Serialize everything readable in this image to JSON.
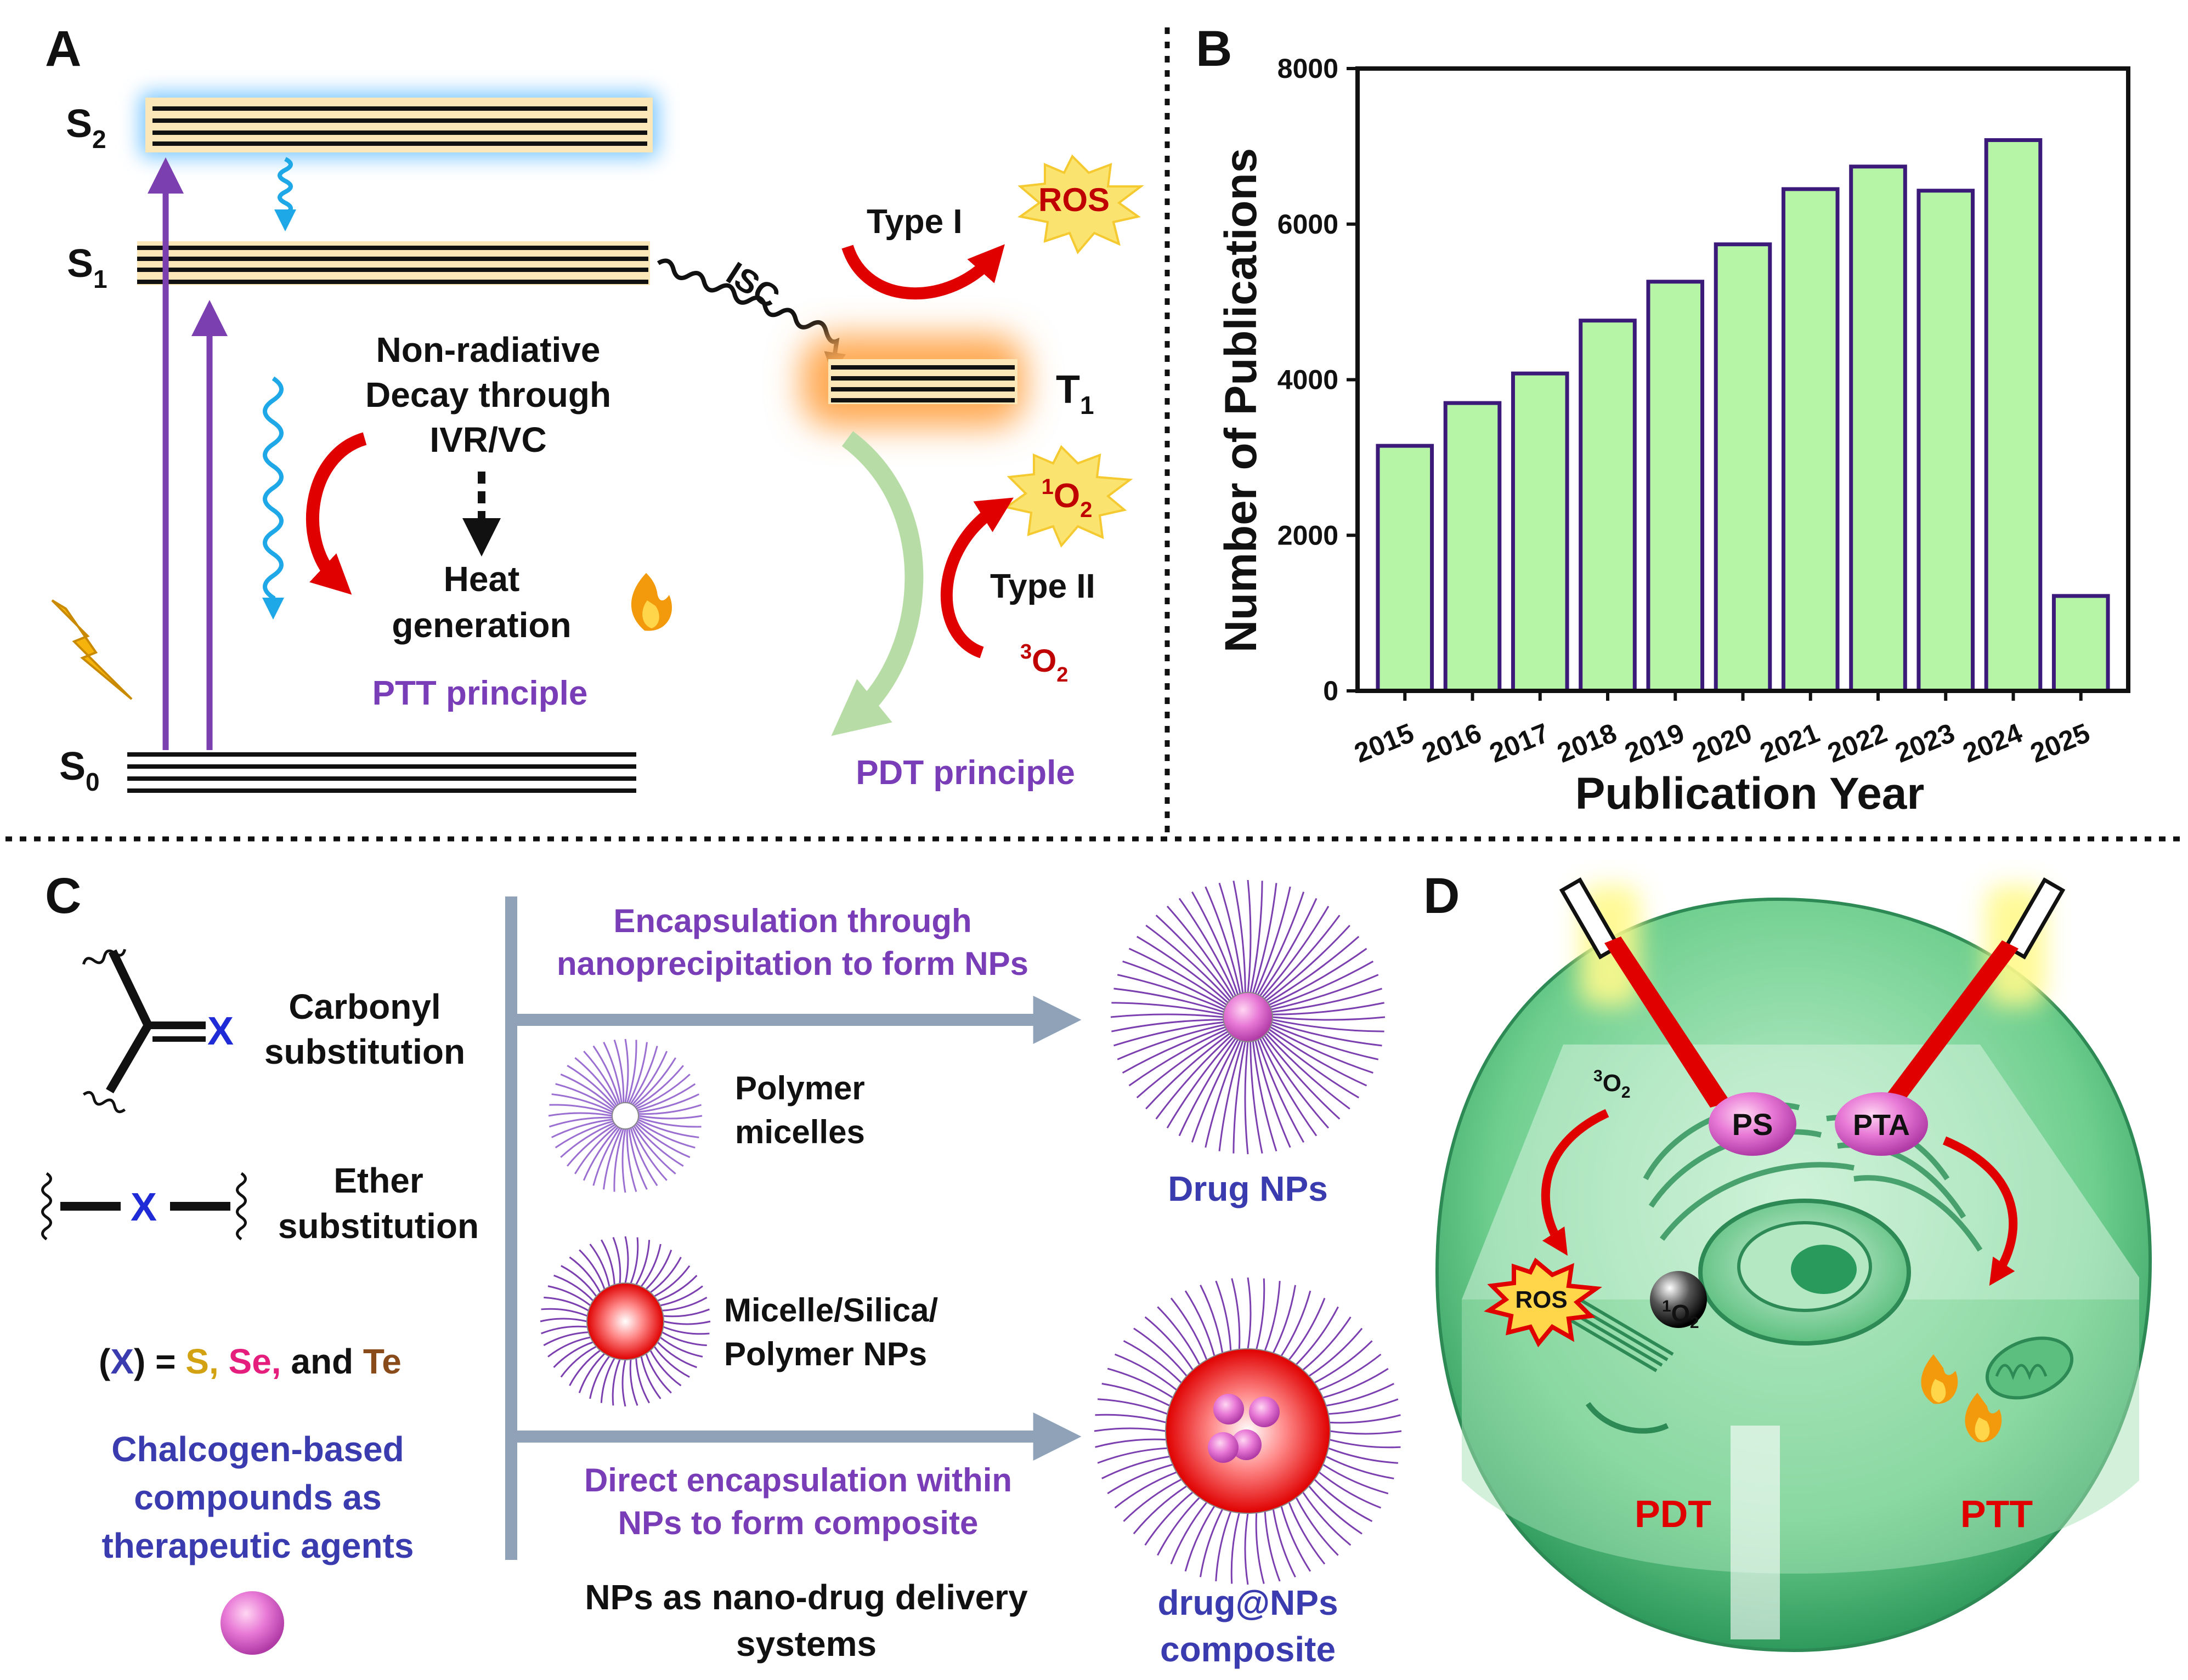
{
  "panel_labels": {
    "a": "A",
    "b": "B",
    "c": "C",
    "d": "D"
  },
  "panel_a": {
    "s2": "S",
    "s2_sub": "2",
    "s1": "S",
    "s1_sub": "1",
    "s0": "S",
    "s0_sub": "0",
    "t1": "T",
    "t1_sub": "1",
    "isc": "ISC",
    "nonrad_line1": "Non-radiative",
    "nonrad_line2": "Decay through",
    "nonrad_line3": "IVR/VC",
    "heat_line1": "Heat",
    "heat_line2": "generation",
    "ptt_principle": "PTT principle",
    "type1": "Type I",
    "ros": "ROS",
    "type2": "Type II",
    "singlet_o2": {
      "sup": "1",
      "base": "O",
      "sub": "2"
    },
    "triplet_o2": {
      "sup": "3",
      "base": "O",
      "sub": "2"
    },
    "pdt_principle": "PDT principle"
  },
  "chart_data": {
    "type": "bar",
    "title": "",
    "xlabel": "Publication Year",
    "ylabel": "Number of Publications",
    "categories": [
      "2015",
      "2016",
      "2017",
      "2018",
      "2019",
      "2020",
      "2021",
      "2022",
      "2023",
      "2024",
      "2025"
    ],
    "values": [
      3150,
      3700,
      4080,
      4760,
      5260,
      5740,
      6450,
      6740,
      6430,
      7080,
      1220
    ],
    "ylim": [
      0,
      8000
    ],
    "yticks": [
      "0",
      "2000",
      "4000",
      "6000",
      "8000"
    ],
    "bar_color": "#b6f5a6",
    "edge_color": "#3c1a7a",
    "grid": false,
    "legend": "none"
  },
  "panel_c": {
    "carbonyl_line1": "Carbonyl",
    "carbonyl_line2": "substitution",
    "ether_line1": "Ether",
    "ether_line2": "substitution",
    "x_atom": "X",
    "def_open": "(",
    "def_x": "X",
    "def_close": ")",
    "def_eq": " = ",
    "def_s": "S,",
    "def_se": " Se,",
    "def_and": " and ",
    "def_te": "Te",
    "chalcogen_line1": "Chalcogen-based",
    "chalcogen_line2": "compounds as",
    "chalcogen_line3": "therapeutic agents",
    "encap_top_line1": "Encapsulation through",
    "encap_top_line2": "nanoprecipitation to form NPs",
    "polymer_line1": "Polymer",
    "polymer_line2": "micelles",
    "micelle_line1": "Micelle/Silica/",
    "micelle_line2": "Polymer NPs",
    "direct_line1": "Direct encapsulation within",
    "direct_line2": "NPs to form composite",
    "nps_line1": "NPs as nano-drug delivery",
    "nps_line2": "systems",
    "drug_nps": "Drug NPs",
    "composite_line1": "drug@NPs",
    "composite_line2": "composite"
  },
  "panel_d": {
    "ps": "PS",
    "pta": "PTA",
    "ros": "ROS",
    "triplet_o2": {
      "sup": "3",
      "base": "O",
      "sub": "2"
    },
    "singlet_o2": {
      "sup": "1",
      "base": "O",
      "sub": "2"
    },
    "pdt": "PDT",
    "ptt": "PTT"
  },
  "colors": {
    "purple": "#7a3db8",
    "blue_text": "#3b3bb0",
    "red": "#e00000",
    "arrow_purple": "#7b3fb0",
    "arrow_blue": "#1ea8e8",
    "band_fill": "#fbe7b8",
    "bar_fill": "#b6f5a6",
    "cell_green": "#4dbb7a"
  }
}
